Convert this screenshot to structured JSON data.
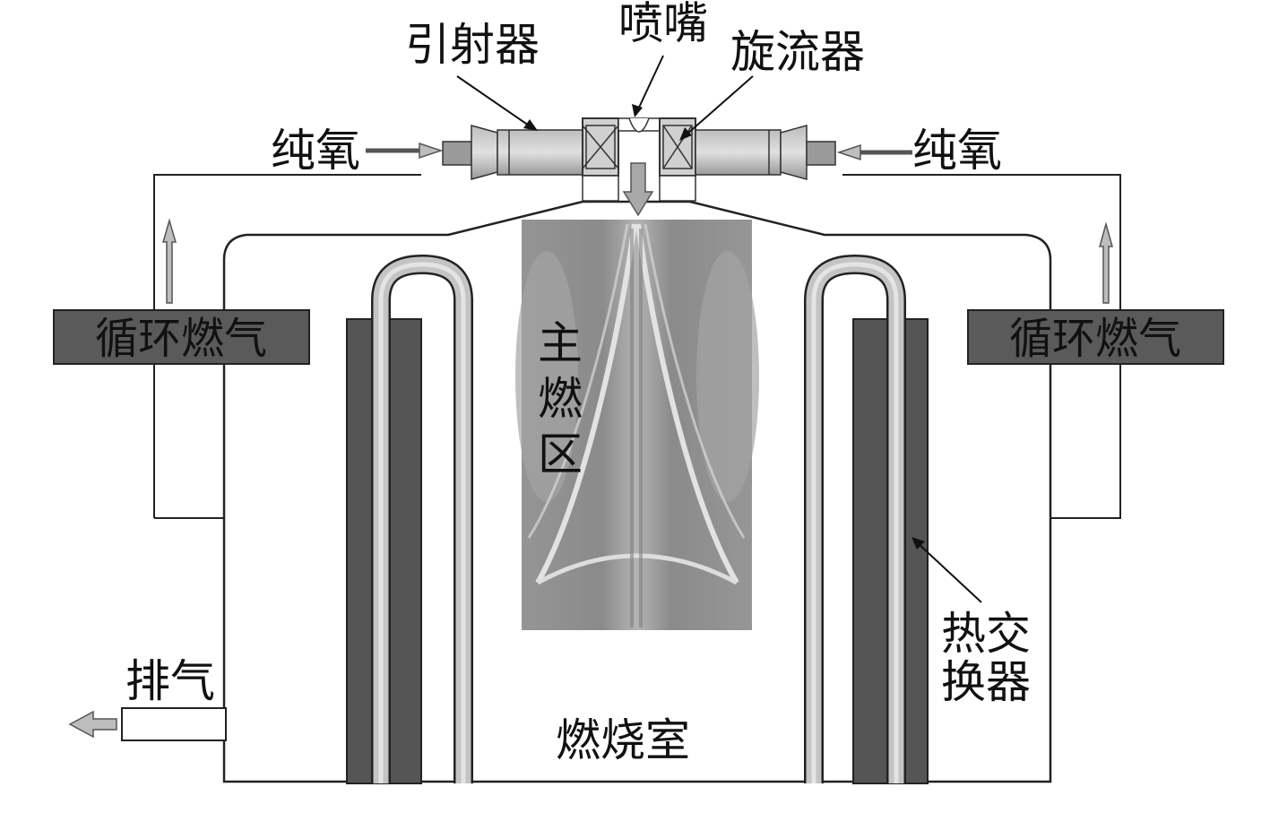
{
  "labels": {
    "ejector": "引射器",
    "nozzle": "喷嘴",
    "swirler": "旋流器",
    "oxygen_left": "纯氧",
    "oxygen_right": "纯氧",
    "recycle_left": "循环燃气",
    "recycle_right": "循环燃气",
    "main_zone_1": "主",
    "main_zone_2": "燃",
    "main_zone_3": "区",
    "heat_exchanger_1": "热交",
    "heat_exchanger_2": "换器",
    "exhaust": "排气",
    "combustion_chamber": "燃烧室"
  },
  "colors": {
    "line": "#222222",
    "dark_block": "#555555",
    "mid_gray": "#a8a8a8",
    "light_gray": "#c8c8c8",
    "box_fill": "#5a5a5a",
    "box_text": "#e6e6e6"
  }
}
